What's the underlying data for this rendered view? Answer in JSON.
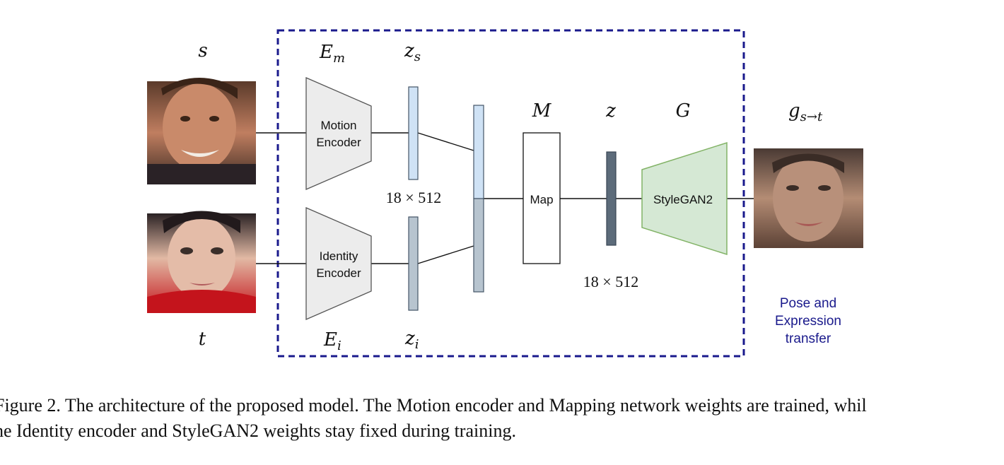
{
  "labels": {
    "source": "s",
    "target": "t",
    "motion_encoder_symbol": "E",
    "motion_encoder_sub": "m",
    "identity_encoder_symbol": "E",
    "identity_encoder_sub": "i",
    "zs_symbol": "z",
    "zs_sub": "s",
    "zi_symbol": "z",
    "zi_sub": "i",
    "mapping_symbol": "M",
    "latent_symbol": "z",
    "generator_symbol": "G",
    "output_symbol": "g",
    "output_sub": "s→t"
  },
  "blocks": {
    "motion_encoder_line1": "Motion",
    "motion_encoder_line2": "Encoder",
    "identity_encoder_line1": "Identity",
    "identity_encoder_line2": "Encoder",
    "map": "Map",
    "stylegan": "StyleGAN2"
  },
  "dimensions": {
    "encoder_latent": "18 × 512",
    "mapped_latent": "18 × 512"
  },
  "note": {
    "line1": "Pose and",
    "line2": "Expression",
    "line3": "transfer"
  },
  "caption": {
    "line1": "Figure 2. The architecture of the proposed model. The Motion encoder and Mapping network weights are trained, whil",
    "line2": "he Identity encoder and StyleGAN2 weights stay fixed during training."
  },
  "colors": {
    "dashed_box": "#1a1a8c",
    "encoder_fill": "#ececec",
    "zs_fill": "#cfe2f5",
    "zi_fill": "#b7c4cf",
    "z_fill": "#5c6b7a",
    "stylegan_fill": "#d5e8d4",
    "stylegan_stroke": "#82b366"
  }
}
